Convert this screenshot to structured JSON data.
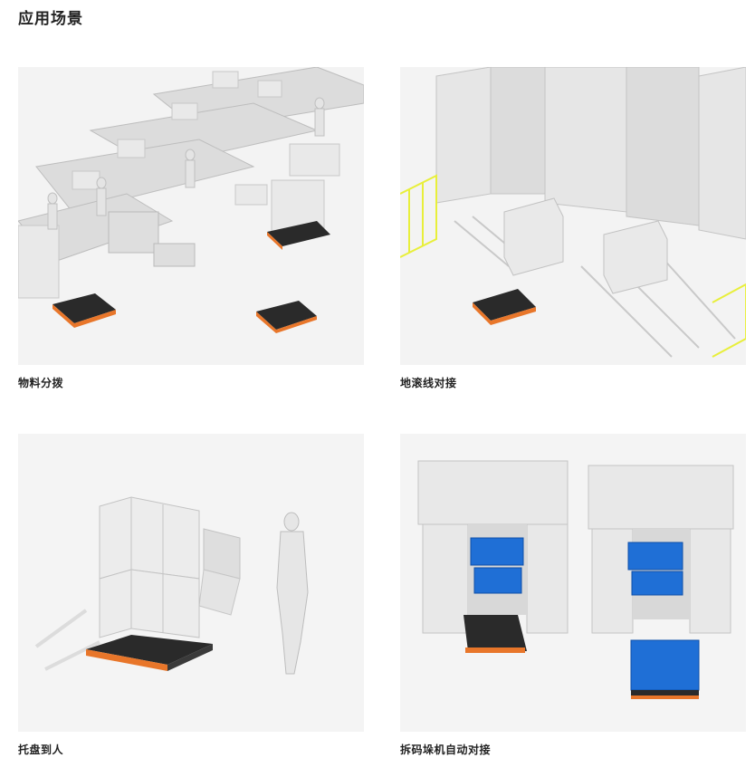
{
  "page_title": "应用场景",
  "scenarios": [
    {
      "caption": "物料分拨"
    },
    {
      "caption": "地滚线对接"
    },
    {
      "caption": "托盘到人"
    },
    {
      "caption": "拆码垛机自动对接"
    }
  ],
  "colors": {
    "agv_orange": "#e8762a",
    "agv_dark": "#2a2a2a",
    "pallet_blue": "#1f6fd6",
    "guard_yellow": "#e8ef3a",
    "scene_bg": "#f1f1f1"
  }
}
